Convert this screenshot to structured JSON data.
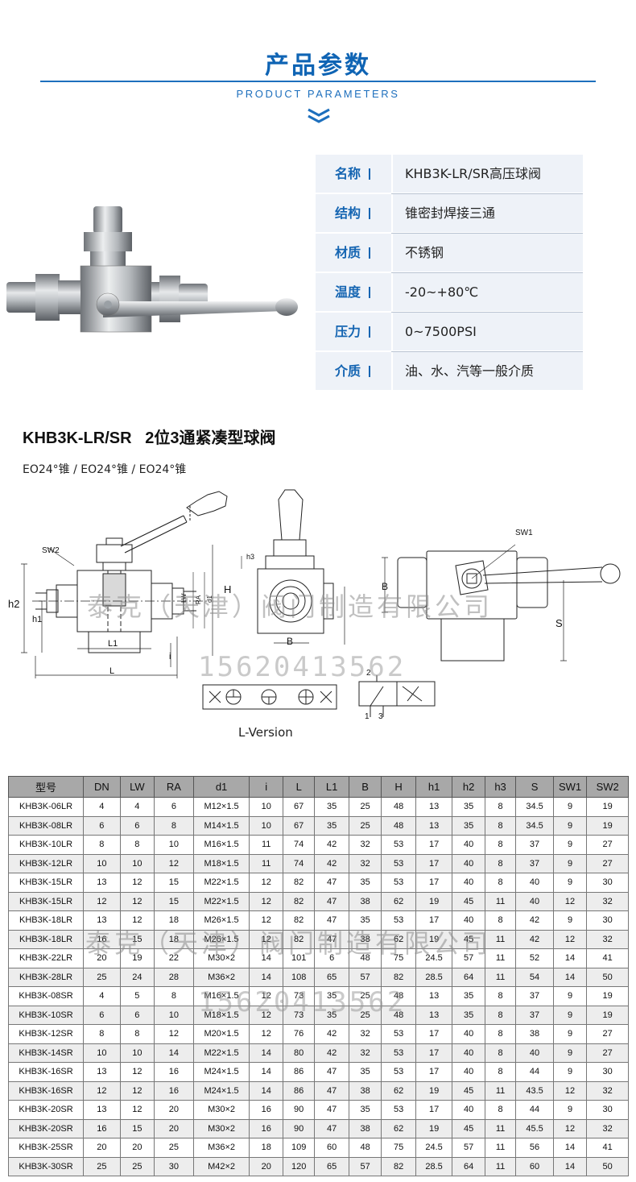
{
  "header": {
    "title_cn": "产品参数",
    "title_en": "PRODUCT PARAMETERS"
  },
  "specs": [
    {
      "key": "名称",
      "value": "KHB3K-LR/SR高压球阀"
    },
    {
      "key": "结构",
      "value": "锥密封焊接三通"
    },
    {
      "key": "材质",
      "value": "不锈钢"
    },
    {
      "key": "温度",
      "value": "-20~+80℃"
    },
    {
      "key": "压力",
      "value": "0~7500PSI"
    },
    {
      "key": "介质",
      "value": "油、水、汽等一般介质"
    }
  ],
  "diagram": {
    "model_title": "KHB3K-LR/SR   2位3通紧凑型球阀",
    "subtitle": "EO24°锥 / EO24°锥 / EO24°锥",
    "version_label": "L-Version",
    "labels": {
      "sw2": "SW2",
      "sw1": "SW1",
      "h2": "h2",
      "h1": "h1",
      "H": "H",
      "h3": "h3",
      "L": "L",
      "L1": "L1",
      "i": "i",
      "B": "B",
      "B2": "B",
      "S": "S",
      "LW": "LW",
      "RA": "RA",
      "d1": "d1",
      "p2": "2",
      "p1": "1",
      "p3": "3"
    },
    "watermark_company": "泰克（天津）阀门制造有限公司",
    "watermark_phone": "15620413562"
  },
  "table": {
    "headers": [
      "型号",
      "DN",
      "LW",
      "RA",
      "d1",
      "i",
      "L",
      "L1",
      "B",
      "H",
      "h1",
      "h2",
      "h3",
      "S",
      "SW1",
      "SW2"
    ],
    "rows": [
      [
        "KHB3K-06LR",
        "4",
        "4",
        "6",
        "M12×1.5",
        "10",
        "67",
        "35",
        "25",
        "48",
        "13",
        "35",
        "8",
        "34.5",
        "9",
        "19"
      ],
      [
        "KHB3K-08LR",
        "6",
        "6",
        "8",
        "M14×1.5",
        "10",
        "67",
        "35",
        "25",
        "48",
        "13",
        "35",
        "8",
        "34.5",
        "9",
        "19"
      ],
      [
        "KHB3K-10LR",
        "8",
        "8",
        "10",
        "M16×1.5",
        "11",
        "74",
        "42",
        "32",
        "53",
        "17",
        "40",
        "8",
        "37",
        "9",
        "27"
      ],
      [
        "KHB3K-12LR",
        "10",
        "10",
        "12",
        "M18×1.5",
        "11",
        "74",
        "42",
        "32",
        "53",
        "17",
        "40",
        "8",
        "37",
        "9",
        "27"
      ],
      [
        "KHB3K-15LR",
        "13",
        "12",
        "15",
        "M22×1.5",
        "12",
        "82",
        "47",
        "35",
        "53",
        "17",
        "40",
        "8",
        "40",
        "9",
        "30"
      ],
      [
        "KHB3K-15LR",
        "12",
        "12",
        "15",
        "M22×1.5",
        "12",
        "82",
        "47",
        "38",
        "62",
        "19",
        "45",
        "11",
        "40",
        "12",
        "32"
      ],
      [
        "KHB3K-18LR",
        "13",
        "12",
        "18",
        "M26×1.5",
        "12",
        "82",
        "47",
        "35",
        "53",
        "17",
        "40",
        "8",
        "42",
        "9",
        "30"
      ],
      [
        "KHB3K-18LR",
        "16",
        "15",
        "18",
        "M26×1.5",
        "12",
        "82",
        "47",
        "38",
        "62",
        "19",
        "45",
        "11",
        "42",
        "12",
        "32"
      ],
      [
        "KHB3K-22LR",
        "20",
        "19",
        "22",
        "M30×2",
        "14",
        "101",
        "6",
        "48",
        "75",
        "24.5",
        "57",
        "11",
        "52",
        "14",
        "41"
      ],
      [
        "KHB3K-28LR",
        "25",
        "24",
        "28",
        "M36×2",
        "14",
        "108",
        "65",
        "57",
        "82",
        "28.5",
        "64",
        "11",
        "54",
        "14",
        "50"
      ],
      [
        "KHB3K-08SR",
        "4",
        "5",
        "8",
        "M16×1.5",
        "12",
        "73",
        "35",
        "25",
        "48",
        "13",
        "35",
        "8",
        "37",
        "9",
        "19"
      ],
      [
        "KHB3K-10SR",
        "6",
        "6",
        "10",
        "M18×1.5",
        "12",
        "73",
        "35",
        "25",
        "48",
        "13",
        "35",
        "8",
        "37",
        "9",
        "19"
      ],
      [
        "KHB3K-12SR",
        "8",
        "8",
        "12",
        "M20×1.5",
        "12",
        "76",
        "42",
        "32",
        "53",
        "17",
        "40",
        "8",
        "38",
        "9",
        "27"
      ],
      [
        "KHB3K-14SR",
        "10",
        "10",
        "14",
        "M22×1.5",
        "14",
        "80",
        "42",
        "32",
        "53",
        "17",
        "40",
        "8",
        "40",
        "9",
        "27"
      ],
      [
        "KHB3K-16SR",
        "13",
        "12",
        "16",
        "M24×1.5",
        "14",
        "86",
        "47",
        "35",
        "53",
        "17",
        "40",
        "8",
        "44",
        "9",
        "30"
      ],
      [
        "KHB3K-16SR",
        "12",
        "12",
        "16",
        "M24×1.5",
        "14",
        "86",
        "47",
        "38",
        "62",
        "19",
        "45",
        "11",
        "43.5",
        "12",
        "32"
      ],
      [
        "KHB3K-20SR",
        "13",
        "12",
        "20",
        "M30×2",
        "16",
        "90",
        "47",
        "35",
        "53",
        "17",
        "40",
        "8",
        "44",
        "9",
        "30"
      ],
      [
        "KHB3K-20SR",
        "16",
        "15",
        "20",
        "M30×2",
        "16",
        "90",
        "47",
        "38",
        "62",
        "19",
        "45",
        "11",
        "45.5",
        "12",
        "32"
      ],
      [
        "KHB3K-25SR",
        "20",
        "20",
        "25",
        "M36×2",
        "18",
        "109",
        "60",
        "48",
        "75",
        "24.5",
        "57",
        "11",
        "56",
        "14",
        "41"
      ],
      [
        "KHB3K-30SR",
        "25",
        "25",
        "30",
        "M42×2",
        "20",
        "120",
        "65",
        "57",
        "82",
        "28.5",
        "64",
        "11",
        "60",
        "14",
        "50"
      ]
    ]
  },
  "colors": {
    "brand_blue": "#0f64b4",
    "spec_bg": "#eef2f8",
    "table_header_bg": "#a8a8a8",
    "row_alt_bg": "#ededed"
  }
}
